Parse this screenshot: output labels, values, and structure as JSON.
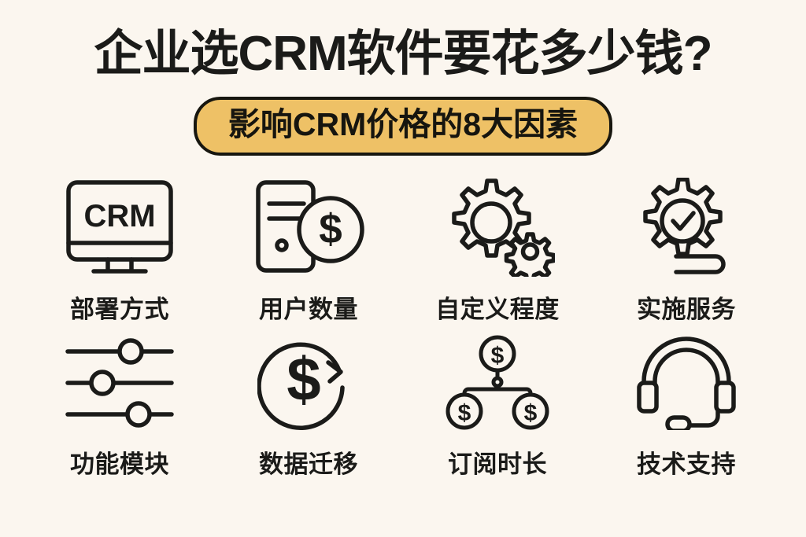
{
  "page": {
    "background_color": "#fbf6ef",
    "ink_color": "#1b1b19",
    "accent_color": "#eec166"
  },
  "header": {
    "title": "企业选CRM软件要花多少钱?",
    "subtitle": "影响CRM价格的8大因素"
  },
  "factors": [
    {
      "id": "deployment",
      "label": "部署方式",
      "icon": "monitor-crm-icon",
      "icon_text": "CRM"
    },
    {
      "id": "user-count",
      "label": "用户数量",
      "icon": "server-dollar-icon",
      "icon_text": "$"
    },
    {
      "id": "customization",
      "label": "自定义程度",
      "icon": "gears-icon",
      "icon_text": ""
    },
    {
      "id": "implementation",
      "label": "实施服务",
      "icon": "gear-check-icon",
      "icon_text": ""
    },
    {
      "id": "modules",
      "label": "功能模块",
      "icon": "sliders-icon",
      "icon_text": ""
    },
    {
      "id": "data-migration",
      "label": "数据迁移",
      "icon": "dollar-refresh-icon",
      "icon_text": "$"
    },
    {
      "id": "subscription",
      "label": "订阅时长",
      "icon": "dollar-hierarchy-icon",
      "icon_text": "$"
    },
    {
      "id": "support",
      "label": "技术支持",
      "icon": "headset-icon",
      "icon_text": ""
    }
  ]
}
